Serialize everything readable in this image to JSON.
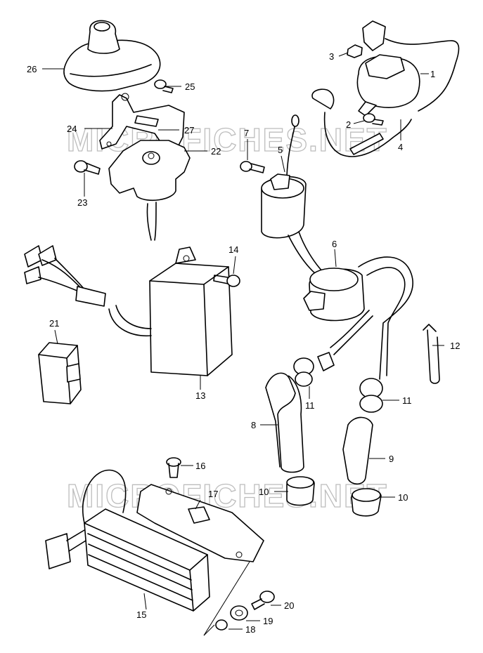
{
  "watermark": "MICROFICHES.NET",
  "callouts": {
    "c1": "1",
    "c2": "2",
    "c3": "3",
    "c4": "4",
    "c5": "5",
    "c6": "6",
    "c7": "7",
    "c8": "8",
    "c9": "9",
    "c10a": "10",
    "c10b": "10",
    "c11a": "11",
    "c11b": "11",
    "c12": "12",
    "c13": "13",
    "c14": "14",
    "c15": "15",
    "c16": "16",
    "c17": "17",
    "c18": "18",
    "c19": "19",
    "c20": "20",
    "c21": "21",
    "c22": "22",
    "c23": "23",
    "c24": "24",
    "c25": "25",
    "c26": "26",
    "c27": "27"
  }
}
